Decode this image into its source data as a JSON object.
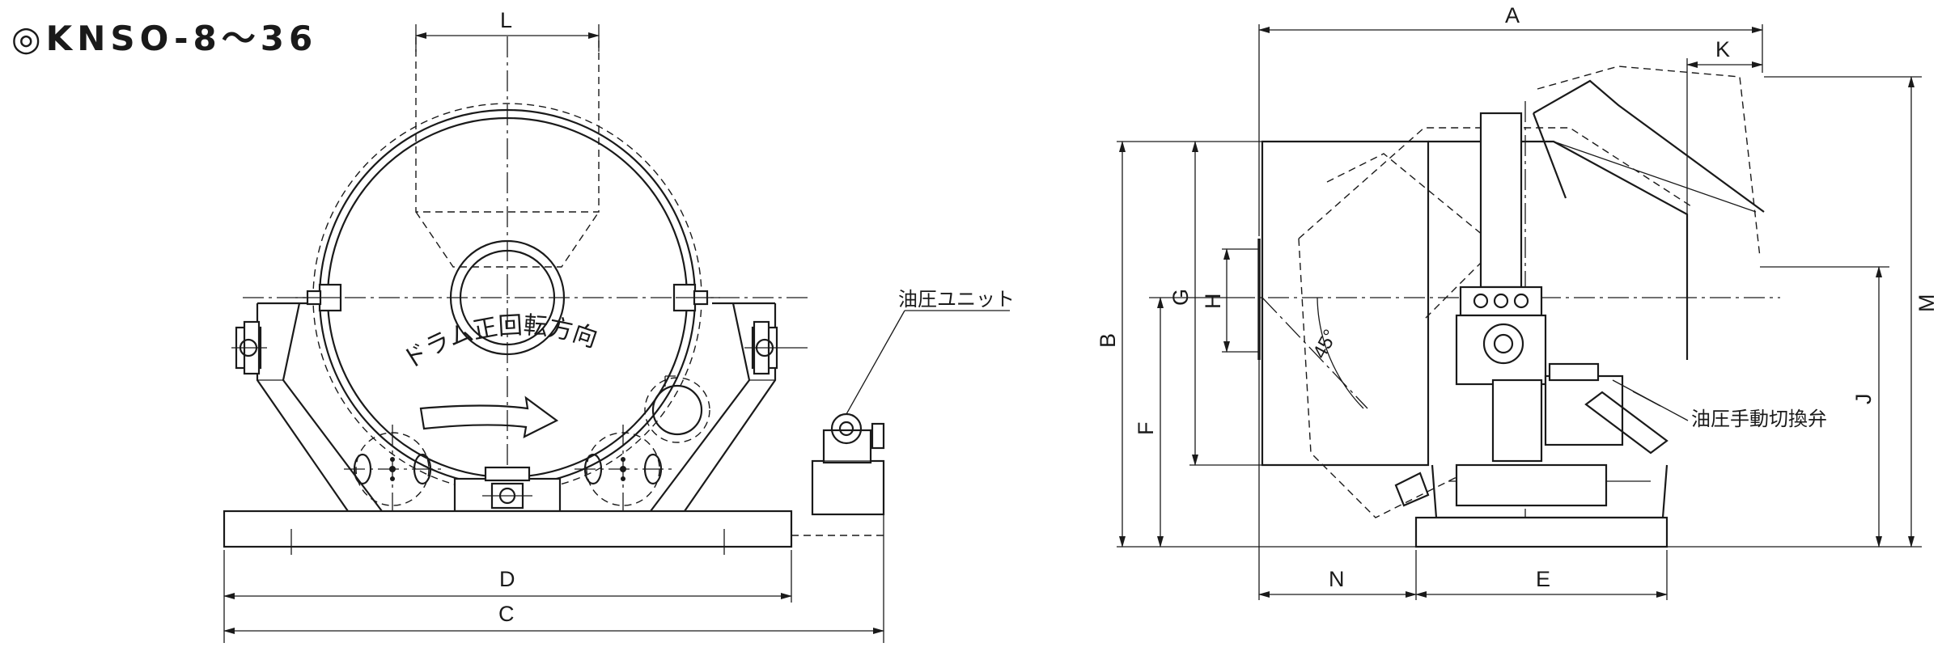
{
  "title": "◎KNSO-8～36",
  "front_view": {
    "rotation_label": "ドラム正回転方向",
    "callout_hydraulic_unit": "油圧ユニット",
    "dim_labels": {
      "L": "L",
      "D": "D",
      "C": "C"
    }
  },
  "side_view": {
    "callout_valve": "油圧手動切換弁",
    "angle": "45°",
    "dim_labels": {
      "A": "A",
      "K": "K",
      "B": "B",
      "G": "G",
      "H": "H",
      "F": "F",
      "M": "M",
      "J": "J",
      "N": "N",
      "E": "E"
    }
  }
}
